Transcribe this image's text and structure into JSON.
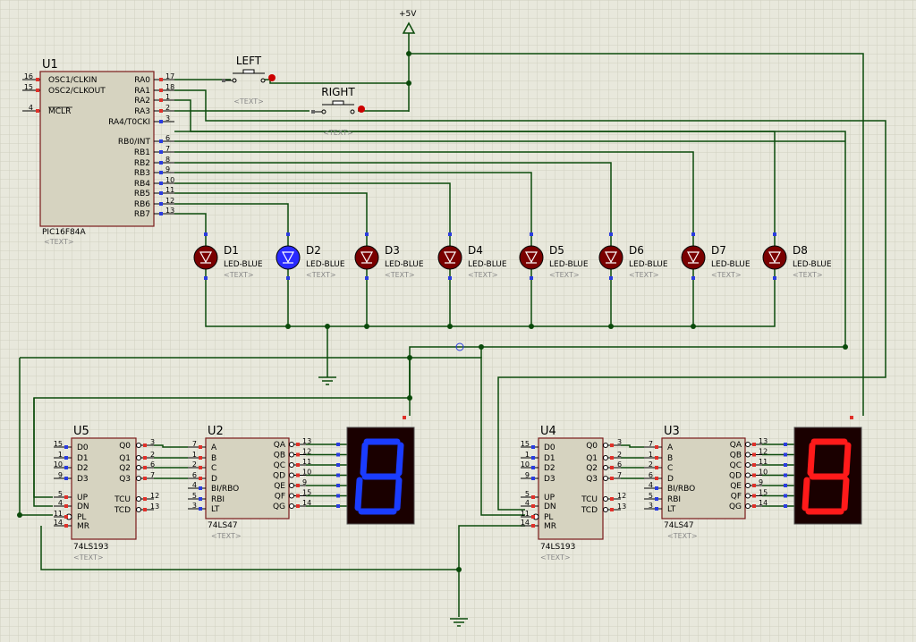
{
  "supply": {
    "label": "+5V"
  },
  "u1": {
    "ref": "U1",
    "part": "PIC16F84A",
    "text": "<TEXT>",
    "left_pins": [
      {
        "num": "16",
        "name": "OSC1/CLKIN"
      },
      {
        "num": "15",
        "name": "OSC2/CLKOUT"
      },
      {
        "num": "4",
        "name": "MCLR"
      }
    ],
    "right_pins": [
      {
        "num": "17",
        "name": "RA0"
      },
      {
        "num": "18",
        "name": "RA1"
      },
      {
        "num": "1",
        "name": "RA2"
      },
      {
        "num": "2",
        "name": "RA3"
      },
      {
        "num": "3",
        "name": "RA4/T0CKI"
      },
      {
        "num": "6",
        "name": "RB0/INT"
      },
      {
        "num": "7",
        "name": "RB1"
      },
      {
        "num": "8",
        "name": "RB2"
      },
      {
        "num": "9",
        "name": "RB3"
      },
      {
        "num": "10",
        "name": "RB4"
      },
      {
        "num": "11",
        "name": "RB5"
      },
      {
        "num": "12",
        "name": "RB6"
      },
      {
        "num": "13",
        "name": "RB7"
      }
    ]
  },
  "buttons": [
    {
      "label": "LEFT",
      "text": "<TEXT>"
    },
    {
      "label": "RIGHT",
      "text": "<TEXT>"
    }
  ],
  "leds": [
    {
      "ref": "D1",
      "type": "LED-BLUE",
      "text": "<TEXT>",
      "lit": false
    },
    {
      "ref": "D2",
      "type": "LED-BLUE",
      "text": "<TEXT>",
      "lit": true
    },
    {
      "ref": "D3",
      "type": "LED-BLUE",
      "text": "<TEXT>",
      "lit": false
    },
    {
      "ref": "D4",
      "type": "LED-BLUE",
      "text": "<TEXT>",
      "lit": false
    },
    {
      "ref": "D5",
      "type": "LED-BLUE",
      "text": "<TEXT>",
      "lit": false
    },
    {
      "ref": "D6",
      "type": "LED-BLUE",
      "text": "<TEXT>",
      "lit": false
    },
    {
      "ref": "D7",
      "type": "LED-BLUE",
      "text": "<TEXT>",
      "lit": false
    },
    {
      "ref": "D8",
      "type": "LED-BLUE",
      "text": "<TEXT>",
      "lit": false
    }
  ],
  "counters": [
    {
      "ref": "U5",
      "part": "74LS193",
      "text": "<TEXT>",
      "left_pins": [
        {
          "num": "15",
          "name": "D0"
        },
        {
          "num": "1",
          "name": "D1"
        },
        {
          "num": "10",
          "name": "D2"
        },
        {
          "num": "9",
          "name": "D3"
        },
        {
          "num": "5",
          "name": "UP"
        },
        {
          "num": "4",
          "name": "DN"
        },
        {
          "num": "11",
          "name": "PL"
        },
        {
          "num": "14",
          "name": "MR"
        }
      ],
      "right_pins": [
        {
          "num": "3",
          "name": "Q0"
        },
        {
          "num": "2",
          "name": "Q1"
        },
        {
          "num": "6",
          "name": "Q2"
        },
        {
          "num": "7",
          "name": "Q3"
        },
        {
          "num": "12",
          "name": "TCU"
        },
        {
          "num": "13",
          "name": "TCD"
        }
      ]
    },
    {
      "ref": "U4",
      "part": "74LS193",
      "text": "<TEXT>",
      "left_pins": [
        {
          "num": "15",
          "name": "D0"
        },
        {
          "num": "1",
          "name": "D1"
        },
        {
          "num": "10",
          "name": "D2"
        },
        {
          "num": "9",
          "name": "D3"
        },
        {
          "num": "5",
          "name": "UP"
        },
        {
          "num": "4",
          "name": "DN"
        },
        {
          "num": "11",
          "name": "PL"
        },
        {
          "num": "14",
          "name": "MR"
        }
      ],
      "right_pins": [
        {
          "num": "3",
          "name": "Q0"
        },
        {
          "num": "2",
          "name": "Q1"
        },
        {
          "num": "6",
          "name": "Q2"
        },
        {
          "num": "7",
          "name": "Q3"
        },
        {
          "num": "12",
          "name": "TCU"
        },
        {
          "num": "13",
          "name": "TCD"
        }
      ]
    }
  ],
  "decoders": [
    {
      "ref": "U2",
      "part": "74LS47",
      "text": "<TEXT>",
      "left_pins": [
        {
          "num": "7",
          "name": "A"
        },
        {
          "num": "1",
          "name": "B"
        },
        {
          "num": "2",
          "name": "C"
        },
        {
          "num": "6",
          "name": "D"
        },
        {
          "num": "4",
          "name": "BI/RBO"
        },
        {
          "num": "5",
          "name": "RBI"
        },
        {
          "num": "3",
          "name": "LT"
        }
      ],
      "right_pins": [
        {
          "num": "13",
          "name": "QA"
        },
        {
          "num": "12",
          "name": "QB"
        },
        {
          "num": "11",
          "name": "QC"
        },
        {
          "num": "10",
          "name": "QD"
        },
        {
          "num": "9",
          "name": "QE"
        },
        {
          "num": "15",
          "name": "QF"
        },
        {
          "num": "14",
          "name": "QG"
        }
      ]
    },
    {
      "ref": "U3",
      "part": "74LS47",
      "text": "<TEXT>",
      "left_pins": [
        {
          "num": "7",
          "name": "A"
        },
        {
          "num": "1",
          "name": "B"
        },
        {
          "num": "2",
          "name": "C"
        },
        {
          "num": "6",
          "name": "D"
        },
        {
          "num": "4",
          "name": "BI/RBO"
        },
        {
          "num": "5",
          "name": "RBI"
        },
        {
          "num": "3",
          "name": "LT"
        }
      ],
      "right_pins": [
        {
          "num": "13",
          "name": "QA"
        },
        {
          "num": "12",
          "name": "QB"
        },
        {
          "num": "11",
          "name": "QC"
        },
        {
          "num": "10",
          "name": "QD"
        },
        {
          "num": "9",
          "name": "QE"
        },
        {
          "num": "15",
          "name": "QF"
        },
        {
          "num": "14",
          "name": "QG"
        }
      ]
    }
  ],
  "displays": [
    {
      "segment_color": "#1a3cff"
    },
    {
      "segment_color": "#ff1a1a"
    }
  ],
  "colors": {
    "background": "#e8e8dc",
    "grid": "#d0d0c0",
    "wire": "#0b4a0b",
    "chip_body": "#d6d3c0",
    "chip_border": "#7a1a1a",
    "pin_red": "#e0312a",
    "pin_blue": "#2a3ce0",
    "led_off": "#7a0000",
    "led_on": "#2a2aff",
    "display_bg": "#1a0000"
  }
}
